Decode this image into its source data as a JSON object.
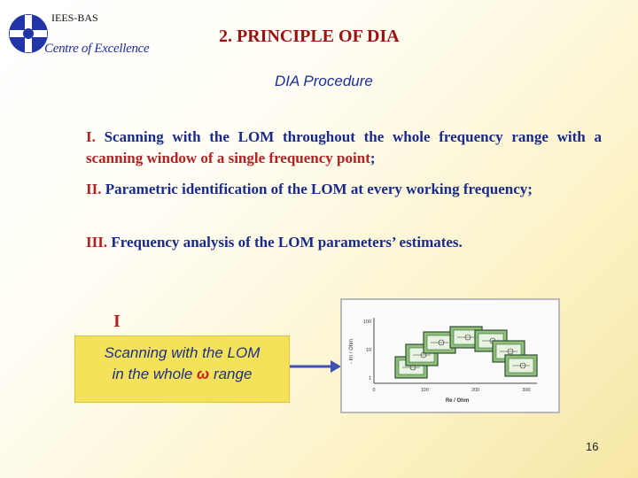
{
  "header": {
    "org": "IEES-BAS",
    "centre": "Centre of Excellence"
  },
  "slide": {
    "title": "2. PRINCIPLE OF DIA",
    "subtitle": "DIA Procedure",
    "items": [
      {
        "num": "I.",
        "text_a": " Scanning with the LOM throughout the whole frequency range with a ",
        "text_red": "scanning window of a single frequency point",
        "text_b": ";"
      },
      {
        "num": "II.",
        "text": " Parametric identification of the LOM at every working frequency;"
      },
      {
        "num": "III.",
        "text": " Frequency analysis of the LOM parameters’ estimates."
      }
    ],
    "step_numeral": "I",
    "step_box": {
      "line1": "Scanning with the LOM",
      "line2_a": "in the whole ",
      "omega": "ω",
      "line2_b": " range"
    },
    "page_number": "16"
  },
  "chart_data": {
    "type": "scatter",
    "xlabel": "Re / Ohm",
    "ylabel": "- Im / Ohm",
    "x_ticks": [
      "0",
      "100",
      "200",
      "300"
    ],
    "y_ticks": [
      "1",
      "10",
      "100"
    ],
    "y_scale": "log"
  },
  "colors": {
    "title": "#9b1010",
    "text": "#1a2a8a",
    "accent_red": "#b22222",
    "box_fill": "#f6e25a",
    "arrow": "#3f51b5"
  }
}
